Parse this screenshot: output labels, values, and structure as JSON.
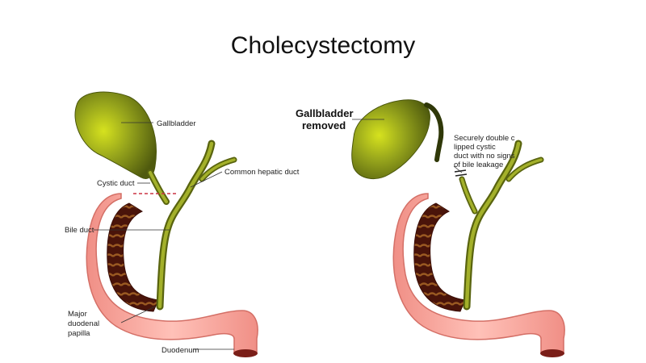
{
  "title": "Cholecystectomy",
  "left_labels": {
    "gallbladder": "Gallbladder",
    "cystic_duct": "Cystic duct",
    "common_hepatic_duct": "Common hepatic duct",
    "bile_duct": "Bile duct",
    "papilla_line1": "Major",
    "papilla_line2": "duodenal",
    "papilla_line3": "papilla",
    "duodenum": "Duodenum"
  },
  "right_labels": {
    "removed_line1": "Gallbladder",
    "removed_line2": "removed",
    "clip_line1": "Securely double c",
    "clip_line2": "lipped cystic",
    "clip_line3": "duct with no signs",
    "clip_line4": "of bile leakage"
  },
  "colors": {
    "gallbladder": "#8c9a1c",
    "duct": "#7e8a1c",
    "duodenum_outer": "#f3a29a",
    "duodenum_inner": "#5a1a10",
    "cut_line": "#cc3344"
  }
}
